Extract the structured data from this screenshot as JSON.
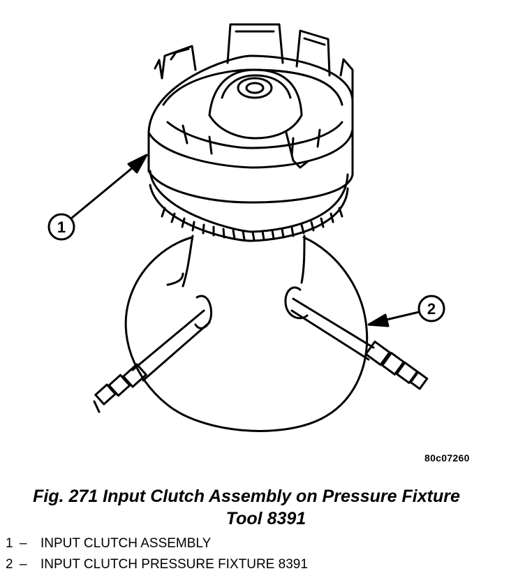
{
  "figure": {
    "code": "80c07260",
    "caption_line1": "Fig. 271 Input Clutch Assembly on Pressure Fixture",
    "caption_line2": "Tool 8391"
  },
  "callouts": [
    {
      "number": "1"
    },
    {
      "number": "2"
    }
  ],
  "legend": [
    {
      "number": "1",
      "dash": "–",
      "label": "INPUT CLUTCH ASSEMBLY"
    },
    {
      "number": "2",
      "dash": "–",
      "label": "INPUT CLUTCH PRESSURE FIXTURE 8391"
    }
  ]
}
